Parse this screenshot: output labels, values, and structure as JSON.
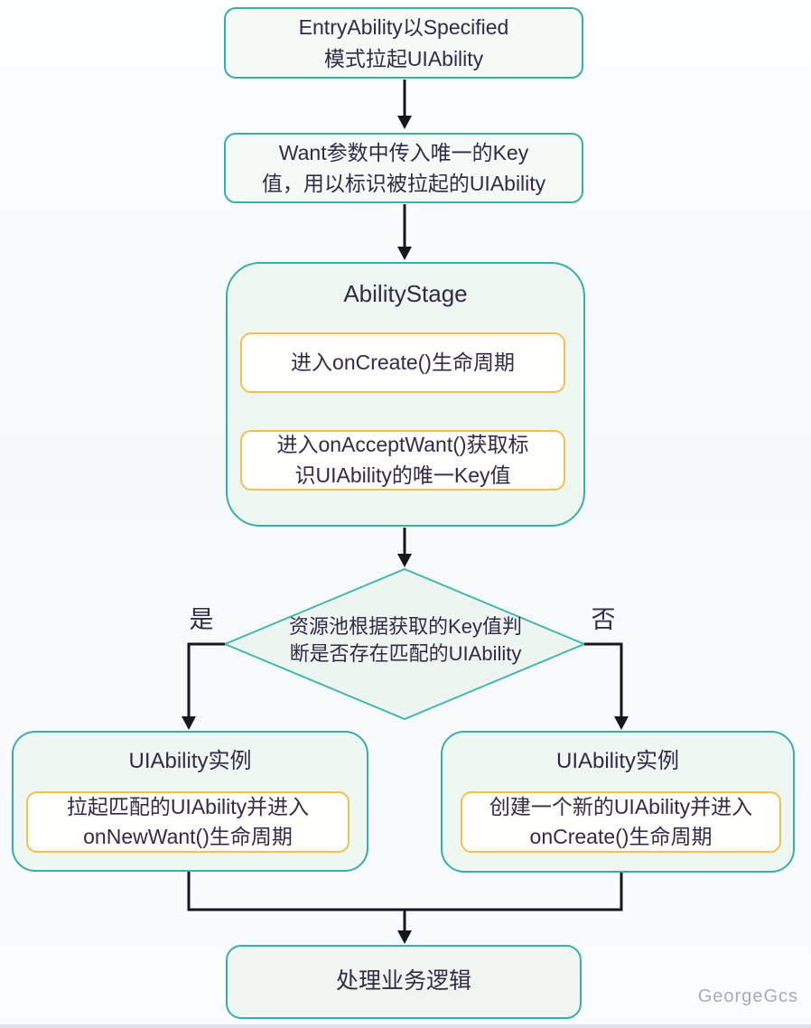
{
  "diagram": {
    "nodes": {
      "entry": {
        "line1": "EntryAbility以Specified",
        "line2": "模式拉起UIAbility"
      },
      "want": {
        "line1": "Want参数中传入唯一的Key",
        "line2": "值，用以标识被拉起的UIAbility"
      },
      "stage": {
        "title": "AbilityStage",
        "step1": "进入onCreate()生命周期",
        "step2_line1": "进入onAcceptWant()获取标",
        "step2_line2": "识UIAbility的唯一Key值"
      },
      "decision": {
        "line1": "资源池根据获取的Key值判",
        "line2": "断是否存在匹配的UIAbility",
        "yes_label": "是",
        "no_label": "否"
      },
      "instance_left": {
        "title": "UIAbility实例",
        "step_line1": "拉起匹配的UIAbility并进入",
        "step_line2": "onNewWant()生命周期"
      },
      "instance_right": {
        "title": "UIAbility实例",
        "step_line1": "创建一个新的UIAbility并进入",
        "step_line2": "onCreate()生命周期"
      },
      "final": {
        "label": "处理业务逻辑"
      }
    },
    "watermark": "GeorgeGcs",
    "colors": {
      "node_border": "#38aeaa",
      "node_fill": "#f1f8f3",
      "diamond_border": "#46b6b0",
      "diamond_fill": "#edf5f0",
      "step_border": "#f2c04c",
      "step_fill": "#fefefc",
      "text": "#332a4a",
      "connector": "#16161f",
      "watermark": "#a9aabc"
    }
  }
}
